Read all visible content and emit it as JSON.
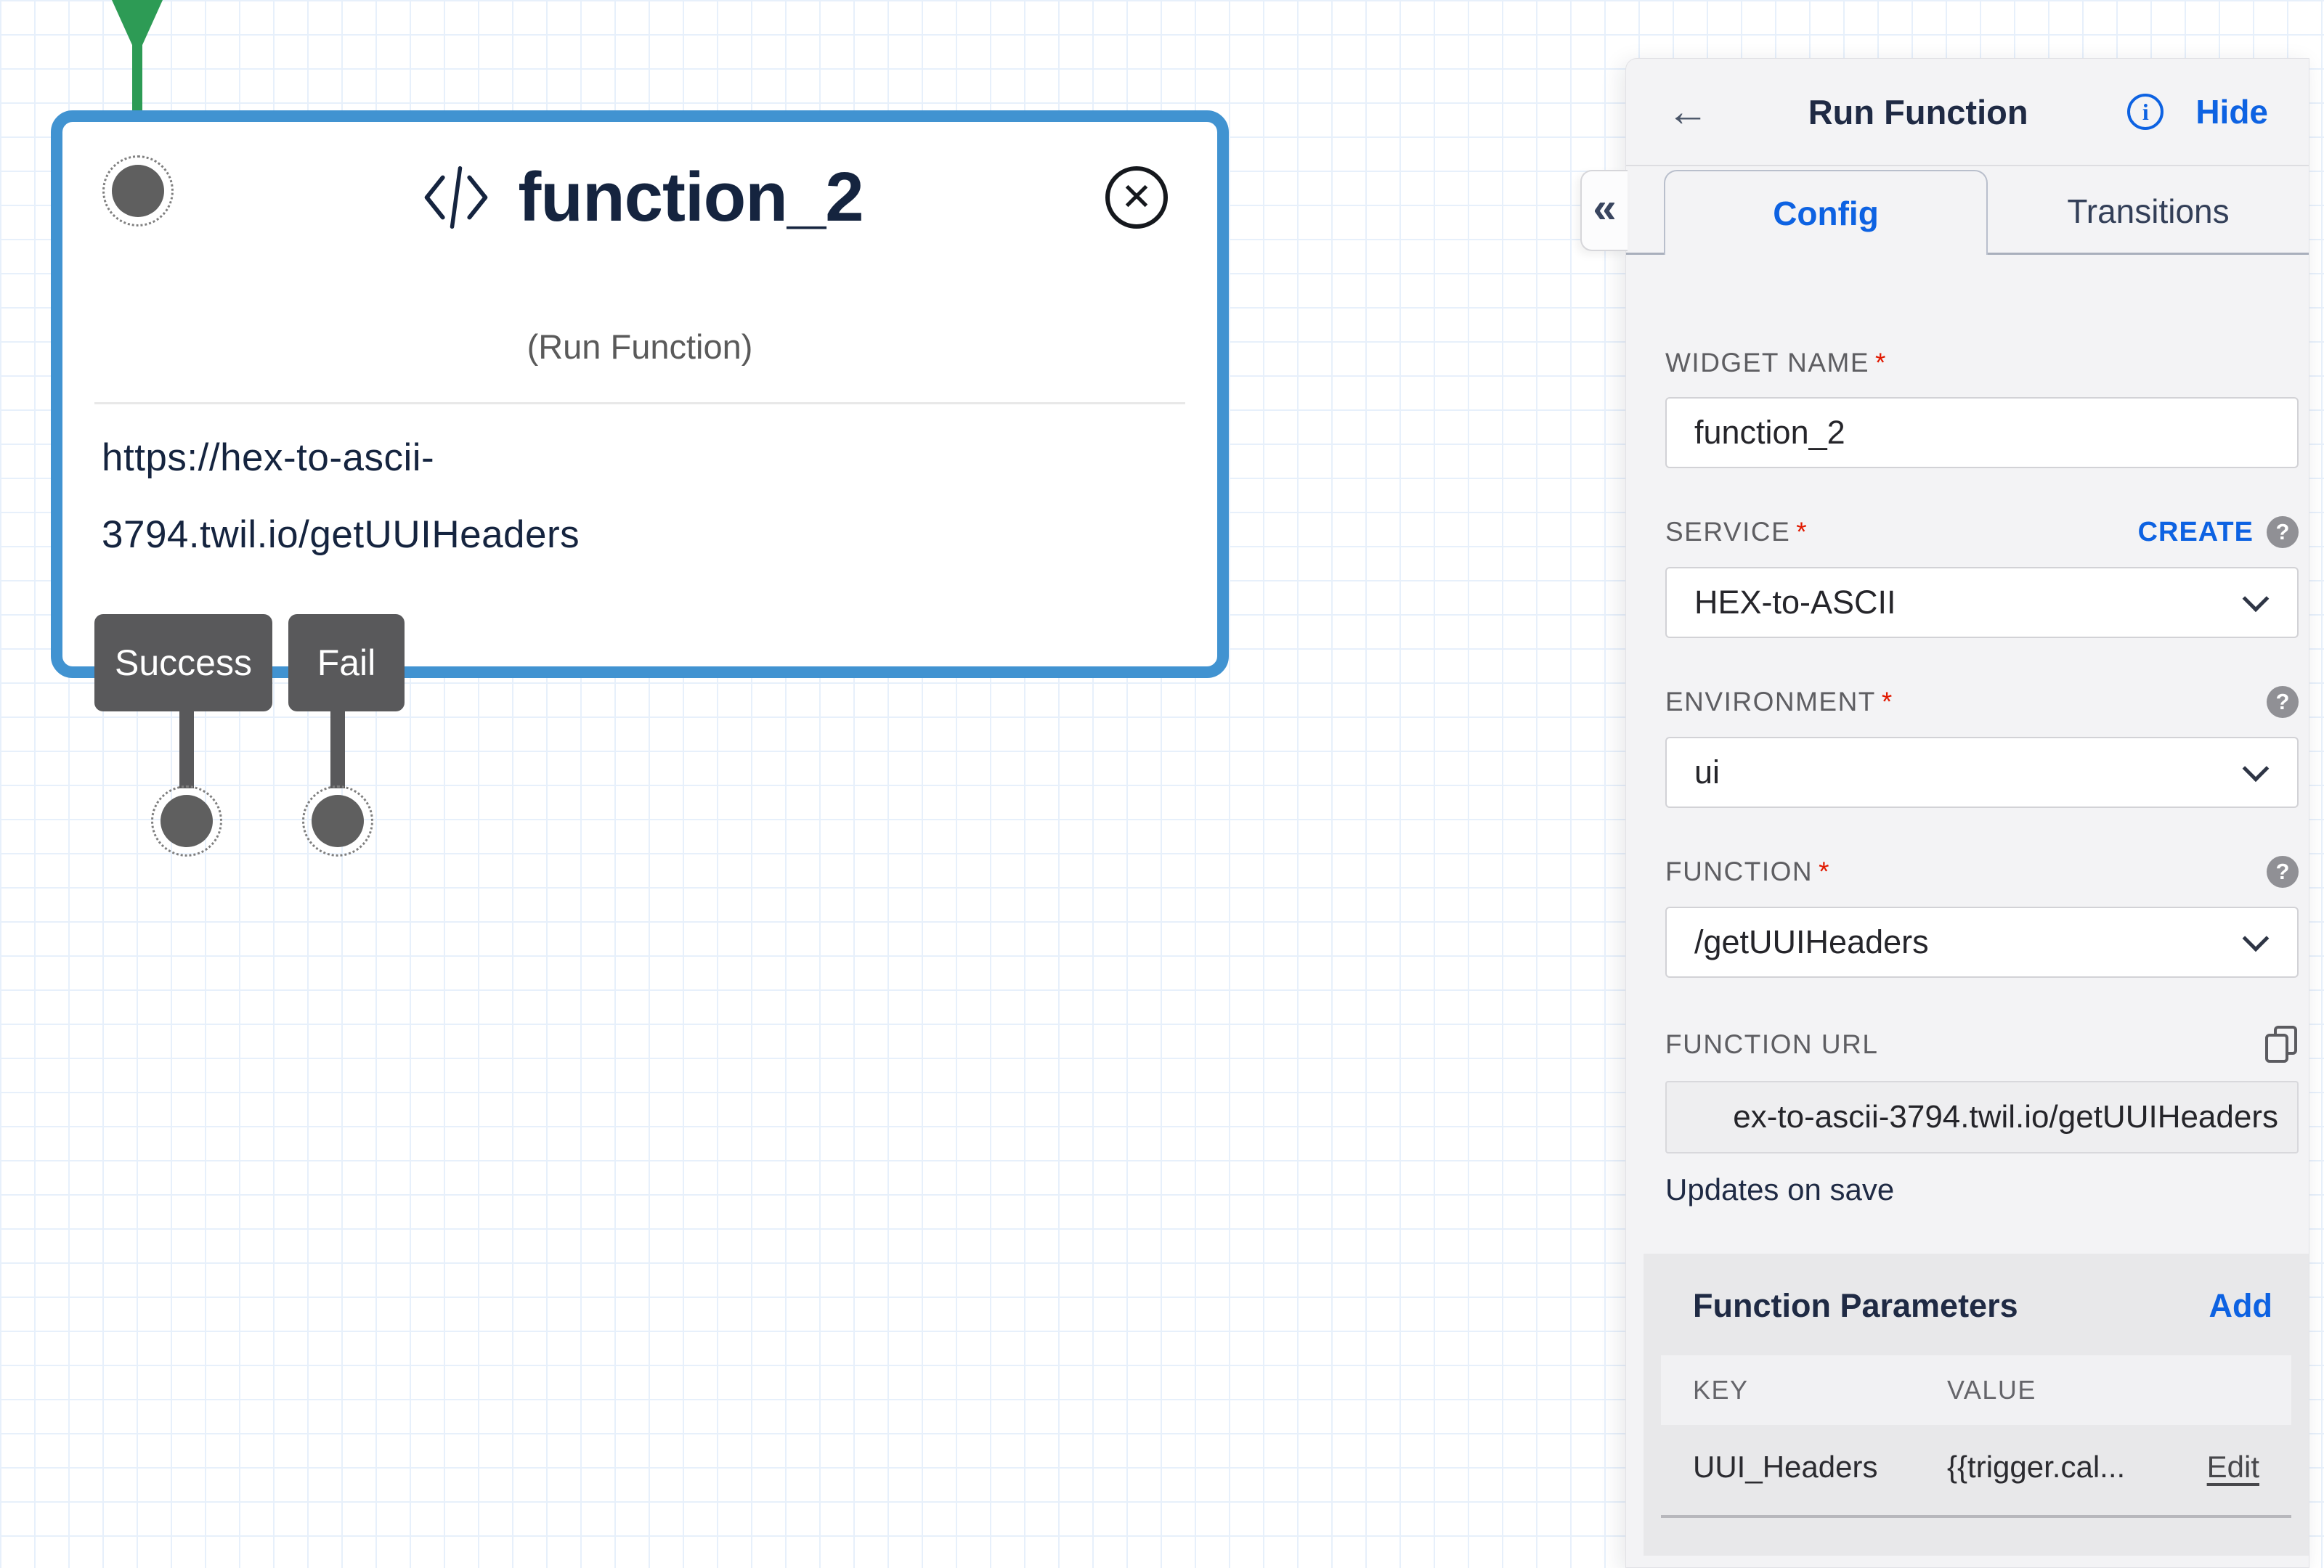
{
  "canvas": {
    "widget": {
      "name": "function_2",
      "type_label": "(Run Function)",
      "url_line1": "https://hex-to-ascii-",
      "url_line2": "3794.twil.io/getUUIHeaders",
      "close_glyph": "✕",
      "transitions": {
        "success": "Success",
        "fail": "Fail"
      }
    }
  },
  "panel": {
    "back_glyph": "←",
    "title": "Run Function",
    "info_glyph": "i",
    "hide_label": "Hide",
    "collapse_glyph": "«",
    "help_glyph": "?",
    "tabs": {
      "config": "Config",
      "transitions": "Transitions"
    },
    "fields": {
      "widget_name": {
        "label": "WIDGET NAME",
        "required": "*",
        "value": "function_2"
      },
      "service": {
        "label": "SERVICE",
        "required": "*",
        "create_label": "CREATE",
        "value": "HEX-to-ASCII"
      },
      "environment": {
        "label": "ENVIRONMENT",
        "required": "*",
        "value": "ui"
      },
      "function": {
        "label": "FUNCTION",
        "required": "*",
        "value": "/getUUIHeaders"
      },
      "function_url": {
        "label": "FUNCTION URL",
        "value": "ex-to-ascii-3794.twil.io/getUUIHeaders",
        "note": "Updates on save"
      }
    },
    "parameters": {
      "title": "Function Parameters",
      "add_label": "Add",
      "columns": {
        "key": "KEY",
        "value": "VALUE"
      },
      "rows": [
        {
          "key": "UUI_Headers",
          "value": "{{trigger.cal...",
          "action": "Edit"
        }
      ]
    }
  },
  "colors": {
    "accent_blue": "#0d62e2",
    "widget_border_blue": "#4193d1",
    "connector_green": "#2d9b55",
    "transition_gray": "#59595b",
    "navy_text": "#15243f",
    "required_red": "#e11900"
  }
}
